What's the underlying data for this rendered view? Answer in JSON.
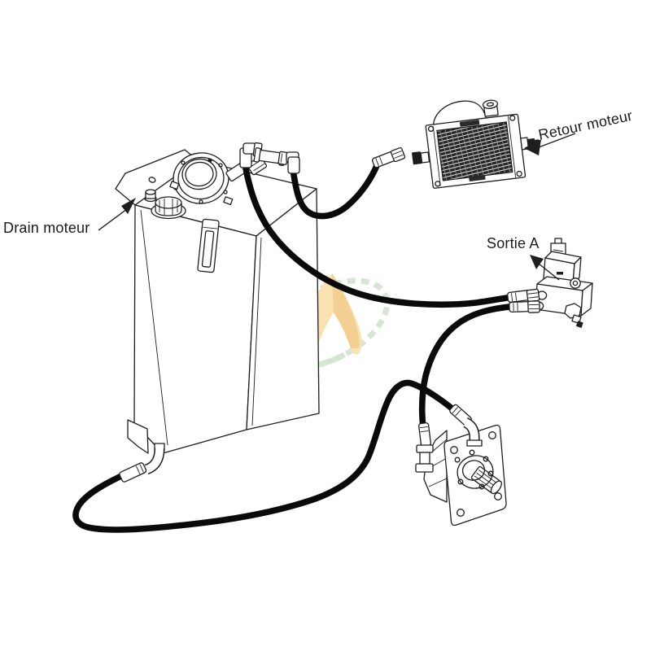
{
  "diagram": {
    "labels": {
      "drain": "Drain moteur",
      "retour": "Retour moteur",
      "sortie": "Sortie A"
    },
    "components": {
      "tank": "hydraulic-reservoir-tank",
      "tank_parts": [
        "filler-breather-cap",
        "return-filter-housing",
        "oil-level-sight-gauge",
        "mounting-bracket",
        "drain-elbow-fitting"
      ],
      "cooler": "oil-cooler-radiator",
      "valve": "solenoid-valve-block",
      "pump": "gear-pump-with-mounting-plate",
      "fittings": [
        "tee-fitting",
        "elbow-fitting-left",
        "elbow-fitting-right"
      ],
      "hoses": [
        "hose-tank-to-cooler",
        "hose-tank-to-valve",
        "hose-pump-to-valve",
        "hose-tank-to-pump"
      ],
      "watermark": "brand-watermark-logo"
    },
    "colors": {
      "background": "#ffffff",
      "line": "#1e1e1e",
      "hose": "#0a0a0a",
      "core": "#262626",
      "watermark_green": "#d7e6d4",
      "watermark_orange": "#f9e1b0",
      "watermark_orange_deep": "#f3cf92"
    }
  }
}
